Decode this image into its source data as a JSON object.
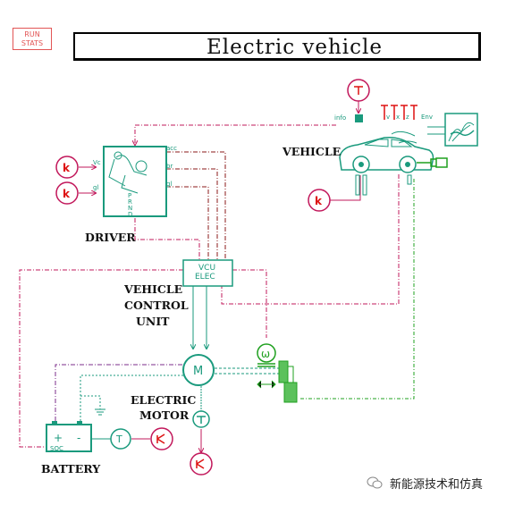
{
  "toolbar": {
    "run_stats_line1": "RUN",
    "run_stats_line2": "STATS"
  },
  "title": "Electric vehicle",
  "labels": {
    "vehicle": "VEHICLE",
    "driver": "DRIVER",
    "vcu_line1": "VEHICLE",
    "vcu_line2": "CONTROL",
    "vcu_line3": "UNIT",
    "motor_line1": "ELECTRIC",
    "motor_line2": "MOTOR",
    "battery": "BATTERY"
  },
  "ports": {
    "info": "info",
    "env": "Env",
    "xyz": [
      "v",
      "x",
      "z"
    ],
    "acc": "acc",
    "br": "br",
    "gl": "gl",
    "vc": "Vc",
    "gl_in": "gl",
    "prnd": [
      "P",
      "R",
      "N",
      "D"
    ],
    "vcu1": "VCU",
    "vcu2": "ELEC",
    "motor": "M",
    "omega": "ω",
    "t": "T",
    "soc": "SOC",
    "plus": "+",
    "minus": "-"
  },
  "constants": [
    "k",
    "k",
    "k"
  ],
  "watermark": "新能源技术和仿真",
  "colors": {
    "teal": "#1a9a7d",
    "red": "#d11111",
    "darkred": "#8b1a1a",
    "purple": "#7b2d8b",
    "green": "#1fa01f"
  }
}
